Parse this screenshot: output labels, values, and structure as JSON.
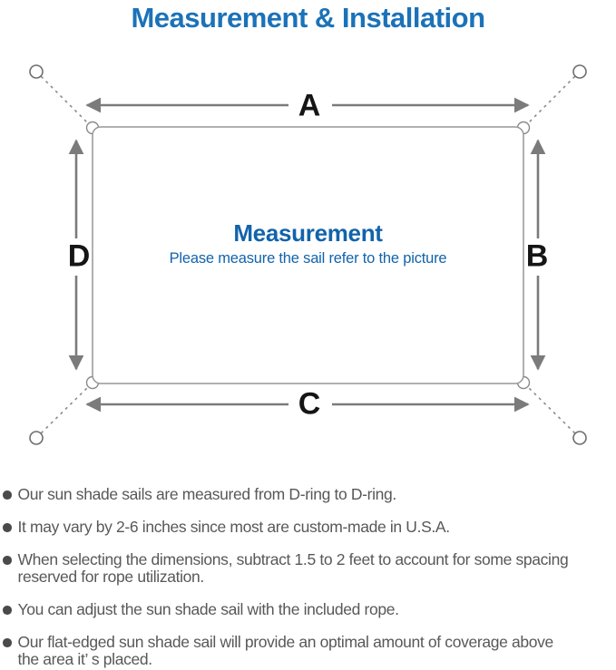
{
  "title": "Measurement & Installation",
  "colors": {
    "title_blue": "#1b72b9",
    "center_blue": "#1263ab",
    "label_black": "#151515",
    "line_gray": "#7b7b7b",
    "note_gray": "#585858"
  },
  "diagram": {
    "side_labels": {
      "top": "A",
      "right": "B",
      "bottom": "C",
      "left": "D"
    },
    "center_title": "Measurement",
    "center_subtitle": "Please measure the sail refer to the picture",
    "icons": {
      "corners": "anchor-ring-icon",
      "sail": "shade-sail-outline",
      "arrows": "double-headed-measure-arrows"
    }
  },
  "notes": [
    "Our sun shade sails are measured from D-ring to D-ring.",
    "It may vary by 2-6 inches since most are custom-made in U.S.A.",
    [
      "When selecting the dimensions, subtract 1.5 to 2 feet to account for some spacing",
      "reserved for rope utilization."
    ],
    "You can adjust the sun shade sail with the included rope.",
    [
      "Our flat-edged sun shade sail will provide an optimal amount of coverage above",
      "the area it’ s placed."
    ]
  ]
}
